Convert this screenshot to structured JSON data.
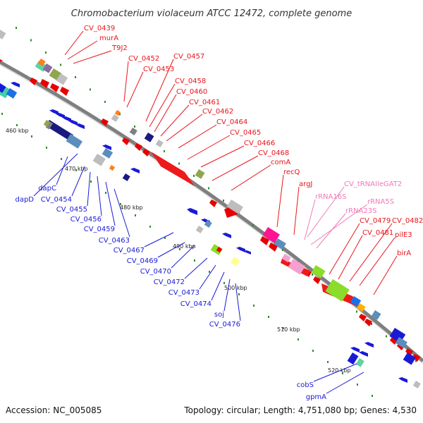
{
  "title": "Chromobacterium violaceum ATCC 12472, complete genome",
  "accession": "Accession: NC_005085",
  "summary": "Topology: circular; Length: 4,751,080 bp; Genes: 4,530",
  "colors": {
    "forward_label": "#e8141b",
    "reverse_label": "#1a1ad6",
    "rna_label": "#f07ab8",
    "backbone": "#7f7f7f",
    "tick": "#2e8b2e"
  },
  "ticks": [
    "460 kbp",
    "470 kbp",
    "480 kbp",
    "490 kbp",
    "500 kbp",
    "510 kbp",
    "520 kbp"
  ],
  "labels_forward": [
    "CV_0439",
    "murA",
    "T9J2",
    "CV_0452",
    "CV_0453",
    "CV_0457",
    "CV_0458",
    "CV_0460",
    "CV_0461",
    "CV_0462",
    "CV_0464",
    "CV_0465",
    "CV_0466",
    "CV_0468",
    "comA",
    "recQ",
    "argJ",
    "CV_0479",
    "CV_0481",
    "CV_0482",
    "pilE3",
    "birA"
  ],
  "labels_rna": [
    "CV_tRNAIleGAT2",
    "rRNA16S",
    "rRNA5S",
    "rRNA23S"
  ],
  "labels_reverse": [
    "dapC",
    "dapD",
    "CV_0454",
    "CV_0455",
    "CV_0456",
    "CV_0459",
    "CV_0463",
    "CV_0467",
    "CV_0469",
    "CV_0470",
    "CV_0472",
    "CV_0473",
    "CV_0474",
    "soj",
    "CV_0476",
    "cobS",
    "gpmA"
  ]
}
